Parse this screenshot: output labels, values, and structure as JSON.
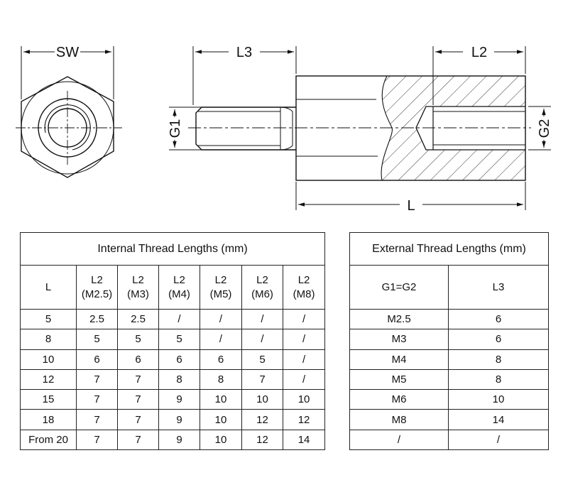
{
  "dimensions": {
    "sw": "SW",
    "l3": "L3",
    "l2": "L2",
    "l": "L",
    "g1": "G1",
    "g2": "G2"
  },
  "internal_table": {
    "title": "Internal Thread Lengths (mm)",
    "headers": [
      {
        "line1": "L",
        "line2": ""
      },
      {
        "line1": "L2",
        "line2": "(M2.5)"
      },
      {
        "line1": "L2",
        "line2": "(M3)"
      },
      {
        "line1": "L2",
        "line2": "(M4)"
      },
      {
        "line1": "L2",
        "line2": "(M5)"
      },
      {
        "line1": "L2",
        "line2": "(M6)"
      },
      {
        "line1": "L2",
        "line2": "(M8)"
      }
    ],
    "rows": [
      [
        "5",
        "2.5",
        "2.5",
        "/",
        "/",
        "/",
        "/"
      ],
      [
        "8",
        "5",
        "5",
        "5",
        "/",
        "/",
        "/"
      ],
      [
        "10",
        "6",
        "6",
        "6",
        "6",
        "5",
        "/"
      ],
      [
        "12",
        "7",
        "7",
        "8",
        "8",
        "7",
        "/"
      ],
      [
        "15",
        "7",
        "7",
        "9",
        "10",
        "10",
        "10"
      ],
      [
        "18",
        "7",
        "7",
        "9",
        "10",
        "12",
        "12"
      ],
      [
        "From 20",
        "7",
        "7",
        "9",
        "10",
        "12",
        "14"
      ]
    ]
  },
  "external_table": {
    "title": "External Thread Lengths (mm)",
    "headers": [
      "G1=G2",
      "L3"
    ],
    "rows": [
      [
        "M2.5",
        "6"
      ],
      [
        "M3",
        "6"
      ],
      [
        "M4",
        "8"
      ],
      [
        "M5",
        "8"
      ],
      [
        "M6",
        "10"
      ],
      [
        "M8",
        "14"
      ],
      [
        "/",
        "/"
      ]
    ]
  }
}
